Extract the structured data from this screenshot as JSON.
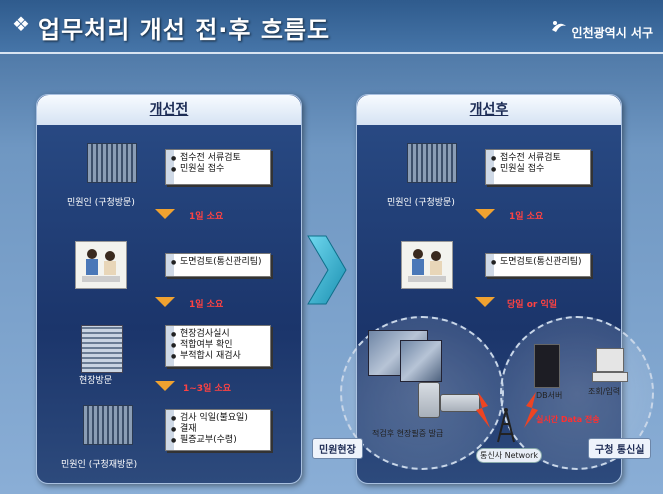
{
  "header": {
    "title": "업무처리 개선 전·후 흐름도",
    "logo_text": "인천광역시 서구"
  },
  "before": {
    "heading": "개선전",
    "stage1": {
      "label": "민원인 (구청방문)",
      "items": [
        "접수전 서류검토",
        "민원실 접수"
      ]
    },
    "step1": "1일 소요",
    "stage2": {
      "items": [
        "도면검토(통신관리팀)"
      ]
    },
    "step2": "1일 소요",
    "stage3": {
      "label": "현장방문",
      "items": [
        "현장검사실시",
        "적합여부 확인",
        "부적합시 재검사"
      ]
    },
    "step3": "1~3일 소요",
    "stage4": {
      "label": "민원인 (구청재방문)",
      "items": [
        "검사 익일(불요일)",
        "결재",
        "필증교부(수령)"
      ]
    }
  },
  "after": {
    "heading": "개선후",
    "stage1": {
      "label": "민원인 (구청방문)",
      "items": [
        "접수전 서류검토",
        "민원실 접수"
      ]
    },
    "step1": "1일 소요",
    "stage2": {
      "items": [
        "도면검토(통신관리팀)"
      ]
    },
    "step2": "당일 or 익일",
    "field": {
      "circle_label": "민원현장",
      "caption": "적검후 현장필증 발급"
    },
    "office": {
      "circle_label": "구청 통신실",
      "server_label": "DB서버",
      "pc_label": "조회/입력",
      "transfer_label": "실시간 Data 전송"
    },
    "network_label": "통신사 Network"
  },
  "colors": {
    "panel": "#1b356b",
    "step_text": "#ff4242",
    "arrow": "#f0a230",
    "big_arrow": "#2fb6d6"
  }
}
